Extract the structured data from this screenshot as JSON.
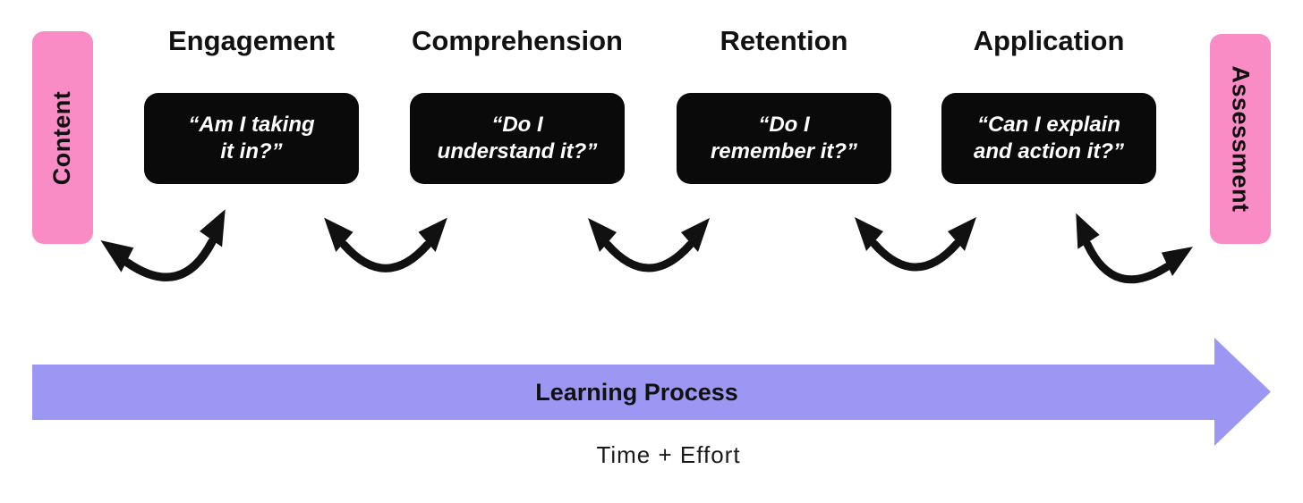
{
  "stages": [
    {
      "label": "Engagement",
      "quote_line1": "“Am I taking",
      "quote_line2": "it in?”"
    },
    {
      "label": "Comprehension",
      "quote_line1": "“Do I",
      "quote_line2": "understand it?”"
    },
    {
      "label": "Retention",
      "quote_line1": "“Do I",
      "quote_line2": "remember it?”"
    },
    {
      "label": "Application",
      "quote_line1": "“Can I explain",
      "quote_line2": "and action it?”"
    }
  ],
  "side_labels": {
    "left": "Content",
    "right": "Assessment"
  },
  "process_arrow": {
    "label": "Learning Process",
    "sublabel": "Time + Effort"
  },
  "colors": {
    "pink": "#F98BC5",
    "purple": "#9B97F3",
    "box-black": "#0A0A0A",
    "arrow-black": "#111111",
    "text-black": "#111111",
    "quote-white": "#FFFFFF"
  }
}
